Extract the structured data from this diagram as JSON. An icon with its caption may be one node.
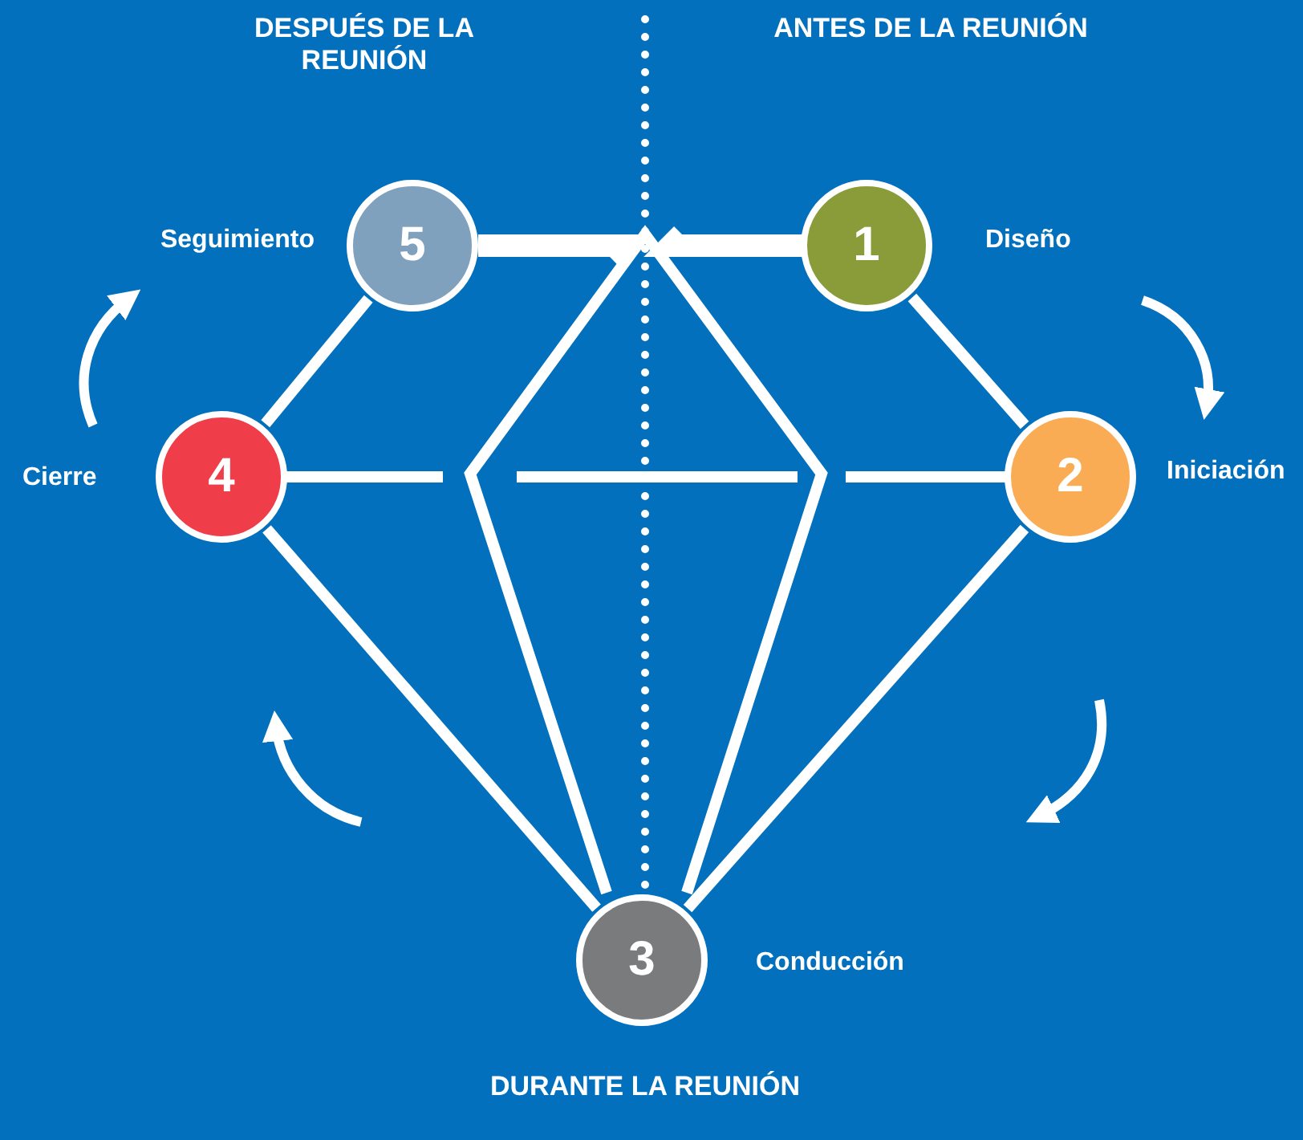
{
  "diagram": {
    "nodes": [
      {
        "text": [
          "5"
        ],
        "beside": [
          "Seguimiento"
        ]
      },
      {
        "text": [
          "1"
        ],
        "beside": [
          "Diseño"
        ]
      },
      {
        "text": [
          "4"
        ],
        "beside": [
          "Cierre"
        ]
      },
      {
        "text": [
          "2"
        ],
        "beside": [
          "Iniciación"
        ]
      },
      {
        "text": [
          "3"
        ],
        "beside": [
          "Conducción"
        ]
      }
    ],
    "edges": [
      {
        "from": 0,
        "to": 2,
        "arrow": "none"
      },
      {
        "from": 1,
        "to": 3,
        "arrow": "none"
      },
      {
        "from": 2,
        "to": 4,
        "arrow": "none"
      },
      {
        "from": 3,
        "to": 4,
        "arrow": "none"
      }
    ],
    "labels": [
      "DESPUÉS DE LA REUNIÓN",
      "ANTES DE LA REUNIÓN",
      "DURANTE LA REUNIÓN"
    ]
  }
}
